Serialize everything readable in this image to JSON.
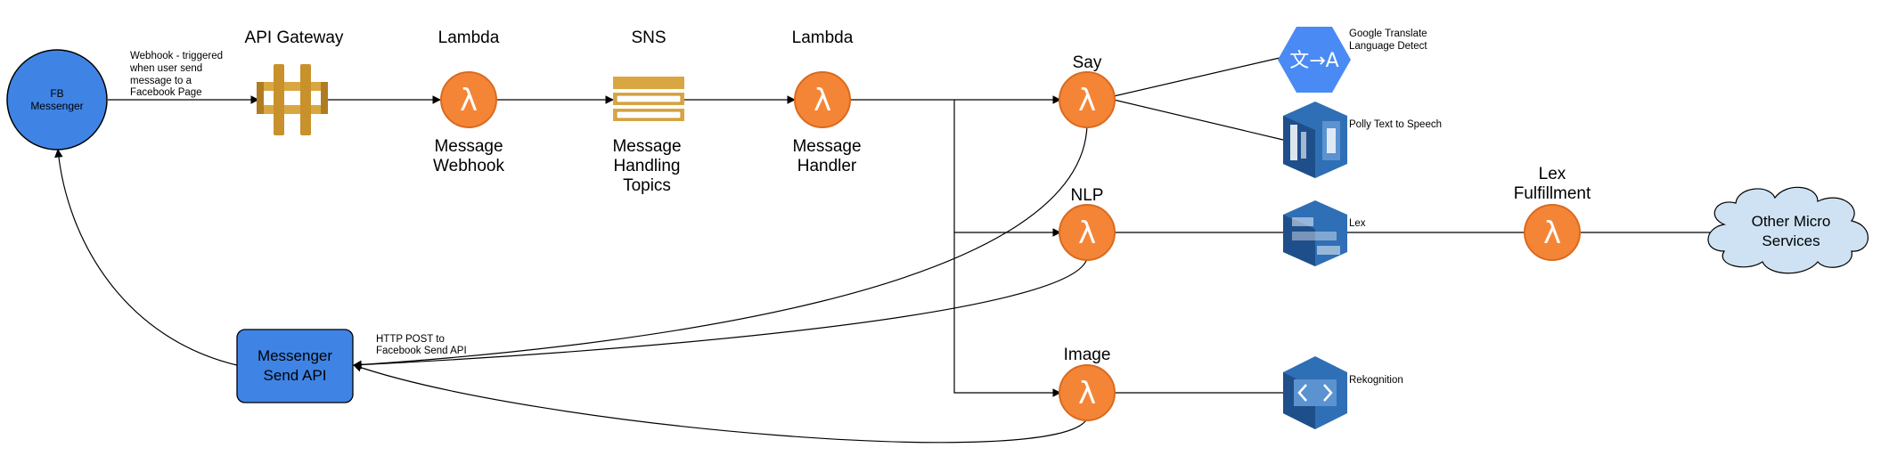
{
  "nodes": {
    "fb_messenger": {
      "label_lines": [
        "FB",
        "Messenger"
      ]
    },
    "api_gateway": {
      "title": "API Gateway"
    },
    "message_webhook": {
      "title": "Lambda",
      "label_lines": [
        "Message",
        "Webhook"
      ]
    },
    "sns": {
      "title": "SNS",
      "label_lines": [
        "Message",
        "Handling",
        "Topics"
      ]
    },
    "message_handler": {
      "title": "Lambda",
      "label_lines": [
        "Message",
        "Handler"
      ]
    },
    "say": {
      "title": "Say"
    },
    "nlp": {
      "title": "NLP"
    },
    "image": {
      "title": "Image"
    },
    "google_translate": {
      "label_lines": [
        "Google Translate",
        "Language Detect"
      ],
      "glyph": "文→A"
    },
    "polly": {
      "label": "Polly Text to Speech"
    },
    "lex": {
      "label": "Lex"
    },
    "lex_fulfillment": {
      "title_lines": [
        "Lex",
        "Fulfillment"
      ]
    },
    "other_services": {
      "label_lines": [
        "Other Micro",
        "Services"
      ]
    },
    "rekognition": {
      "label": "Rekognition"
    },
    "messenger_send_api": {
      "label_lines": [
        "Messenger",
        "Send API"
      ]
    }
  },
  "edge_labels": {
    "webhook_trigger": [
      "Webhook - triggered",
      "when user send",
      "message to a",
      "Facebook Page"
    ],
    "http_post": [
      "HTTP POST to",
      "Facebook Send API"
    ]
  },
  "lambda_glyph": "λ",
  "colors": {
    "lambda_orange": "#f58536",
    "fb_blue": "#3f84e5",
    "gateway_gold": "#d9a741",
    "sns_gold": "#d9a741",
    "aws_blue": "#2f6fb5",
    "google_blue": "#4a8af4",
    "cloud_fill": "#cfe2f3"
  }
}
